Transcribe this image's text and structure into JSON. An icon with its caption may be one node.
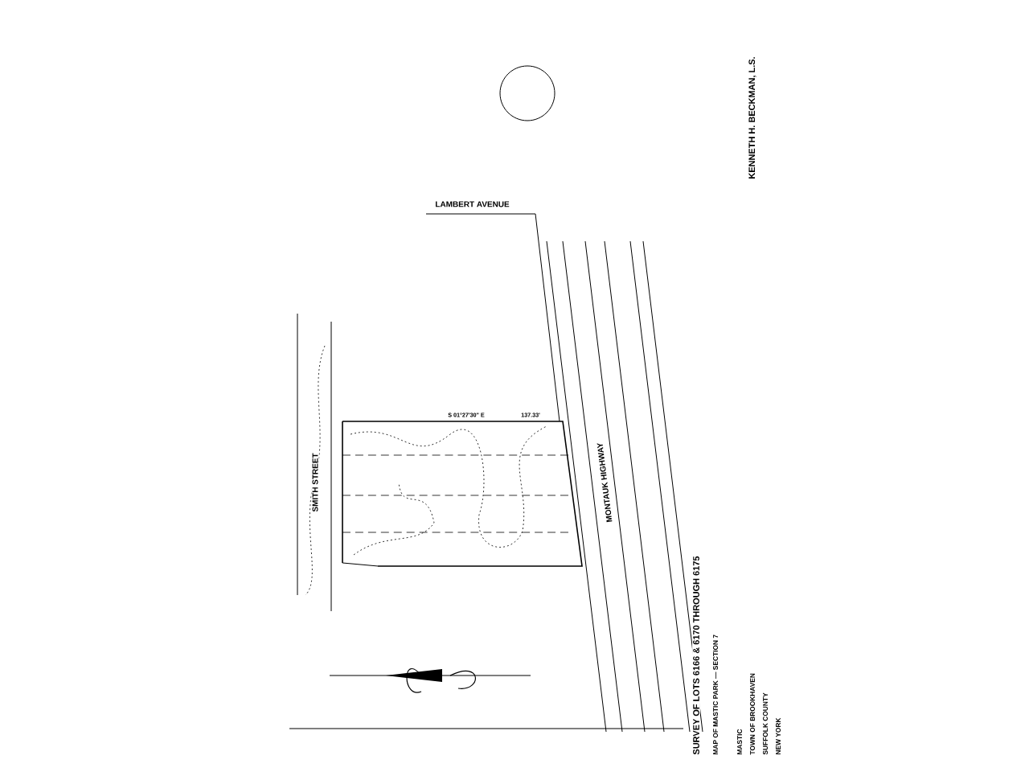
{
  "diagram": {
    "title": "SURVEY OF LOTS 6166 & 6170 THROUGH 6175",
    "labels": [
      "KENNETH H. BECKMAN, L.S.",
      "LAMBERT AVENUE",
      "SMITH STREET",
      "S 01°27'30\" E",
      "137.33'",
      "MONTAUK HIGHWAY",
      "MAP OF MASTIC PARK — SECTION 7",
      "MASTIC",
      "TOWN OF BROOKHAVEN",
      "SUFFOLK COUNTY",
      "NEW YORK"
    ]
  }
}
